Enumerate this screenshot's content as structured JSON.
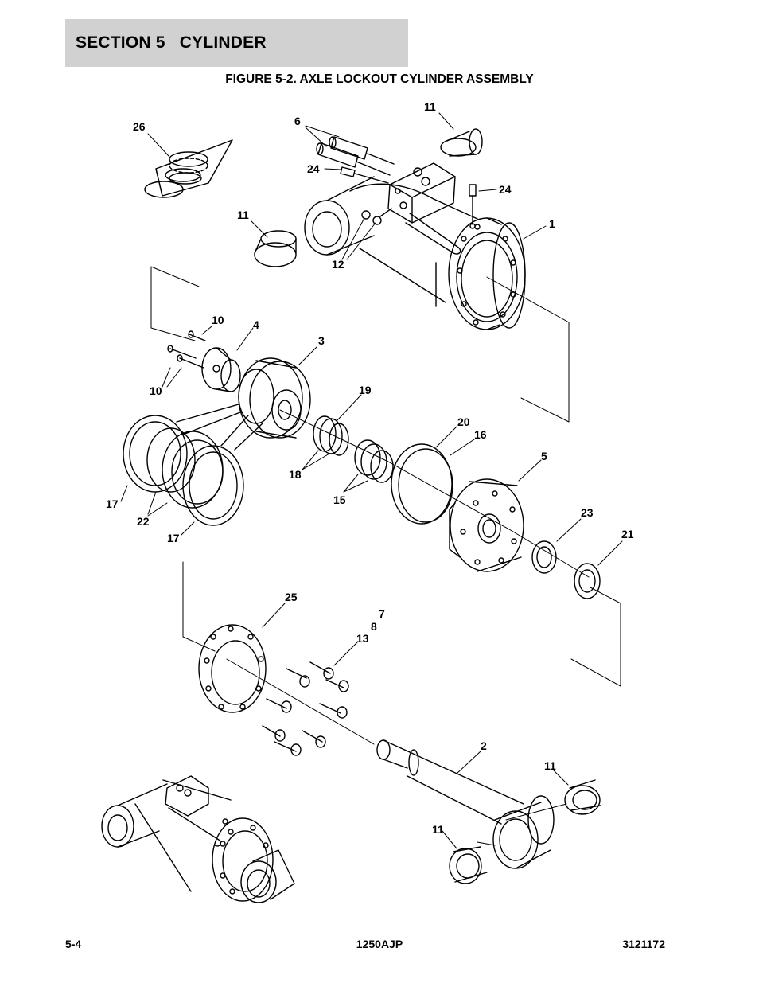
{
  "header": {
    "section_title": "SECTION 5   CYLINDER",
    "figure_title": "FIGURE 5-2. AXLE LOCKOUT CYLINDER ASSEMBLY"
  },
  "callouts": {
    "c26": "26",
    "c6": "6",
    "c11a": "11",
    "c24a": "24",
    "c24b": "24",
    "c11b": "11",
    "c1": "1",
    "c12": "12",
    "c10a": "10",
    "c4": "4",
    "c3": "3",
    "c10b": "10",
    "c19": "19",
    "c20": "20",
    "c16": "16",
    "c5": "5",
    "c17a": "17",
    "c22": "22",
    "c18": "18",
    "c15": "15",
    "c23": "23",
    "c21": "21",
    "c17b": "17",
    "c25": "25",
    "c7": "7",
    "c8": "8",
    "c13": "13",
    "c2": "2",
    "c11c": "11",
    "c11d": "11"
  },
  "footer": {
    "page_number": "5-4",
    "model": "1250AJP",
    "doc_number": "3121172"
  }
}
